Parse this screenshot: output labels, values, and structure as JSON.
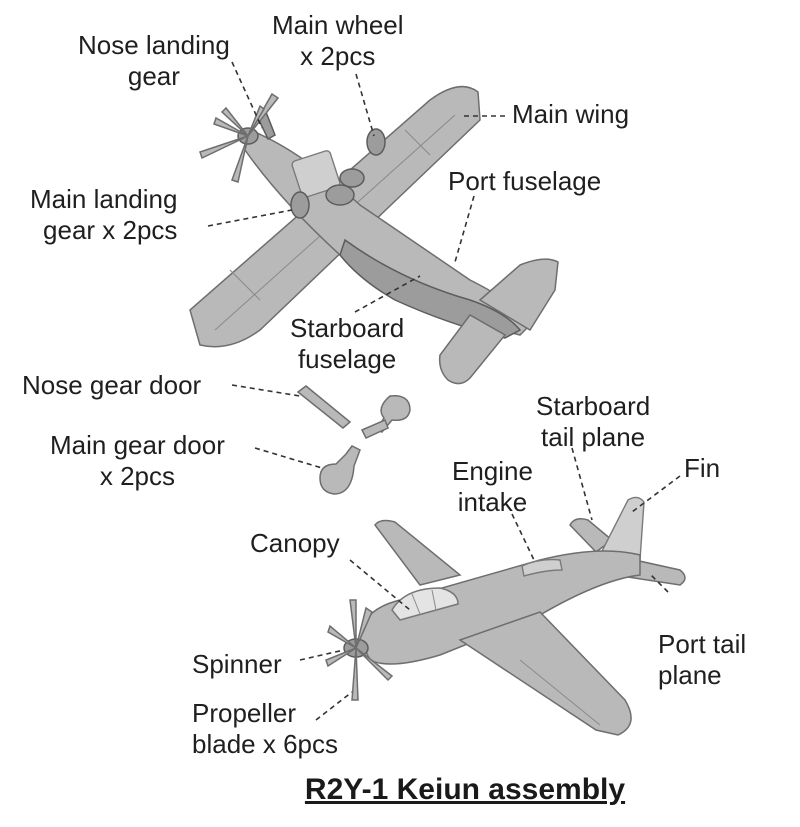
{
  "labels": {
    "nose_landing_gear": [
      "Nose landing",
      "gear"
    ],
    "main_wheel": [
      "Main wheel",
      "x 2pcs"
    ],
    "main_wing": "Main wing",
    "port_fuselage": "Port fuselage",
    "main_landing_gear": [
      "Main landing",
      "gear x 2pcs"
    ],
    "starboard_fuselage": [
      "Starboard",
      "fuselage"
    ],
    "nose_gear_door": "Nose gear door",
    "main_gear_door": [
      "Main gear door",
      "x 2pcs"
    ],
    "starboard_tail_plane": [
      "Starboard",
      "tail plane"
    ],
    "fin": "Fin",
    "engine_intake": [
      "Engine",
      "intake"
    ],
    "canopy": "Canopy",
    "port_tail_plane": [
      "Port tail",
      "plane"
    ],
    "spinner": "Spinner",
    "propeller_blade": [
      "Propeller",
      "blade x 6pcs"
    ]
  },
  "title": "R2Y-1 Keiun assembly"
}
